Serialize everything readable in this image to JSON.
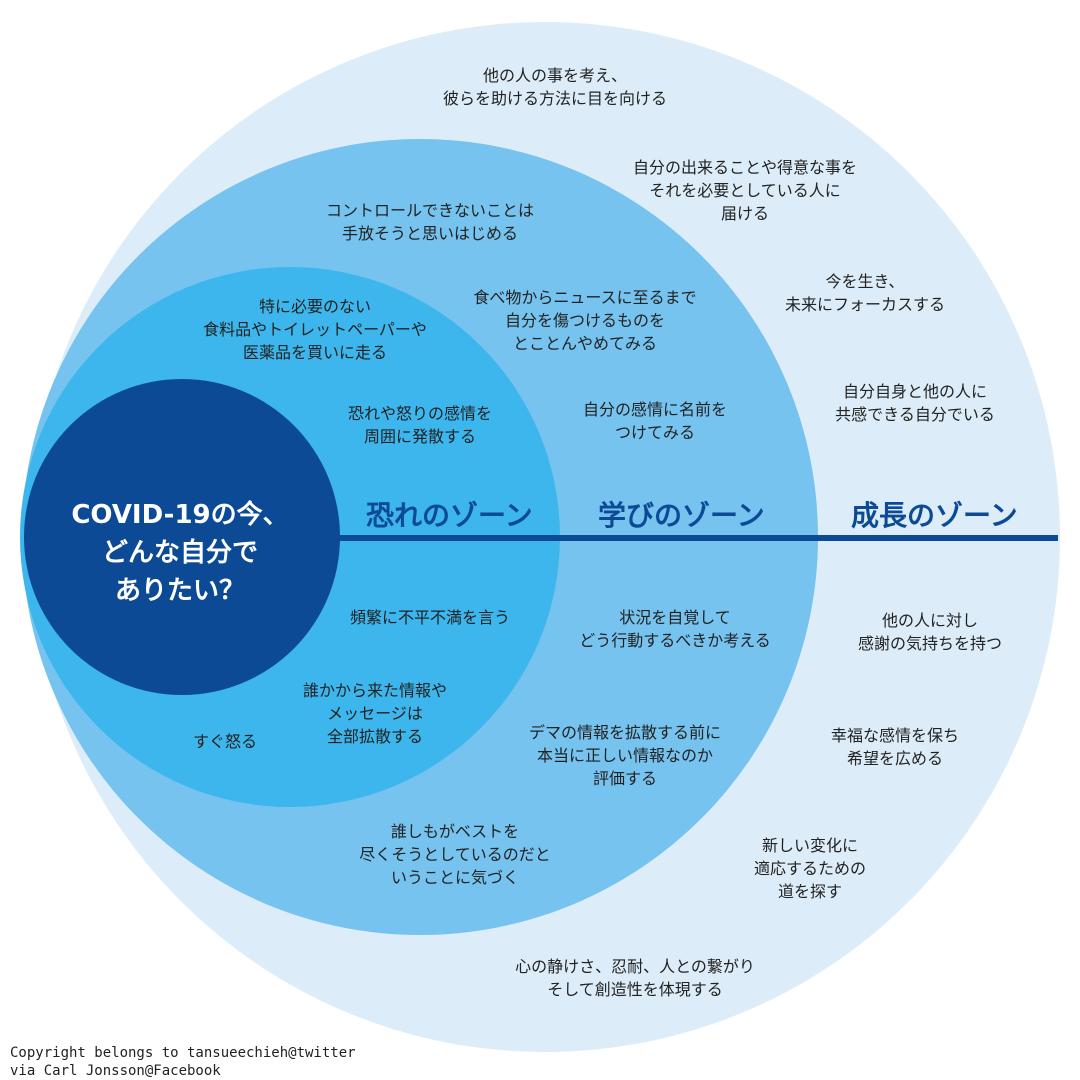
{
  "colors": {
    "growth_circle": "#dcedf9",
    "learning_circle": "#75c3ee",
    "fear_circle": "#3cb6ec",
    "core_circle": "#0d4a96",
    "zone_line": "#0d4a96",
    "zone_label": "#0d4a96"
  },
  "center": {
    "title": "COVID-19の今、\nどんな自分で\nありたい？"
  },
  "zones": {
    "fear": "恐れのゾーン",
    "learning": "学びのゾーン",
    "growth": "成長のゾーン"
  },
  "fear_items": [
    "特に必要のない\n食料品やトイレットペーパーや\n医薬品を買いに走る",
    "恐れや怒りの感情を\n周囲に発散する",
    "頻繁に不平不満を言う",
    "誰かから来た情報や\nメッセージは\n全部拡散する",
    "すぐ怒る"
  ],
  "learning_items": [
    "コントロールできないことは\n手放そうと思いはじめる",
    "食べ物からニュースに至るまで\n自分を傷つけるものを\nとことんやめてみる",
    "自分の感情に名前を\nつけてみる",
    "状況を自覚して\nどう行動するべきか考える",
    "デマの情報を拡散する前に\n本当に正しい情報なのか\n評価する",
    "誰しもがベストを\n尽くそうとしているのだと\nいうことに気づく"
  ],
  "growth_items": [
    "他の人の事を考え、\n彼らを助ける方法に目を向ける",
    "自分の出来ることや得意な事を\nそれを必要としている人に\n届ける",
    "今を生き、\n未来にフォーカスする",
    "自分自身と他の人に\n共感できる自分でいる",
    "他の人に対し\n感謝の気持ちを持つ",
    "幸福な感情を保ち\n希望を広める",
    "新しい変化に\n適応するための\n道を探す",
    "心の静けさ、忍耐、人との繋がり\nそして創造性を体現する"
  ],
  "copyright": "Copyright belongs to tansueechieh@twitter\nvia Carl Jonsson@Facebook"
}
